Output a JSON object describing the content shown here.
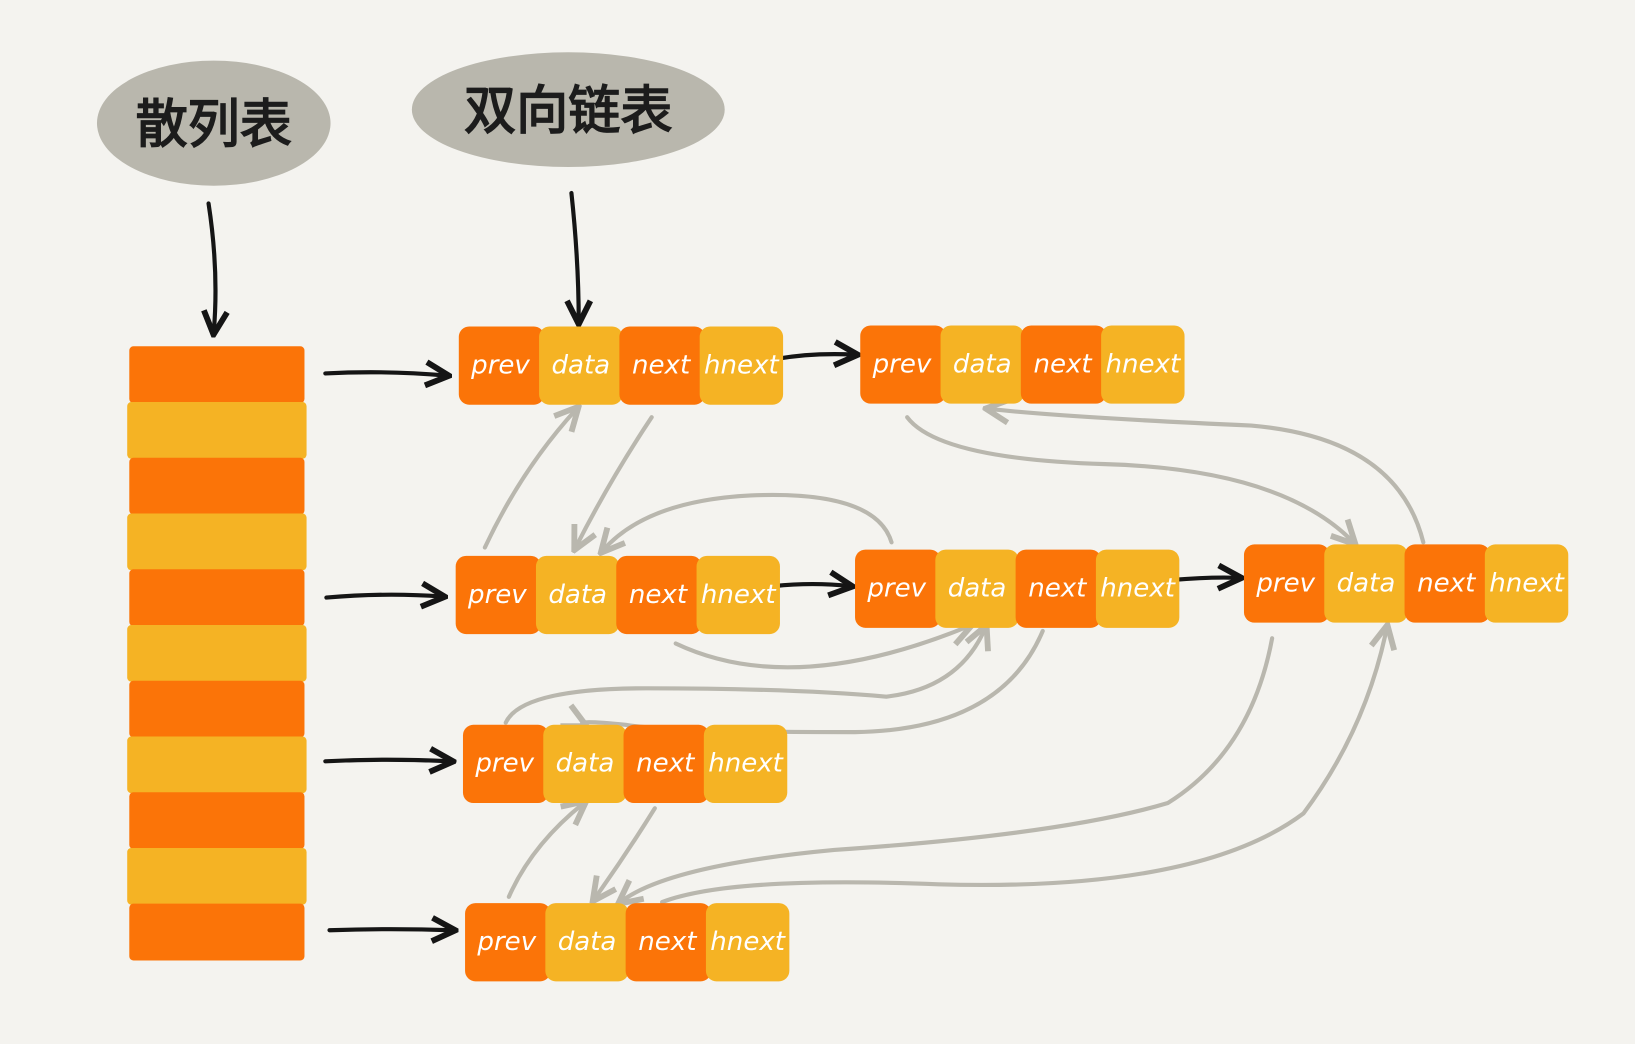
{
  "labels": {
    "hash_table": "散列表",
    "doubly_linked_list": "双向链表"
  },
  "node_cells": [
    "prev",
    "data",
    "next",
    "hnext"
  ],
  "colors": {
    "background": "#f4f3ef",
    "orange": "#fb7408",
    "yellow": "#f5b324",
    "bubble": "#b9b7ad",
    "black_arrow": "#151515",
    "gray_arrow": "#b9b7ae"
  },
  "hash_table_slots": 11
}
